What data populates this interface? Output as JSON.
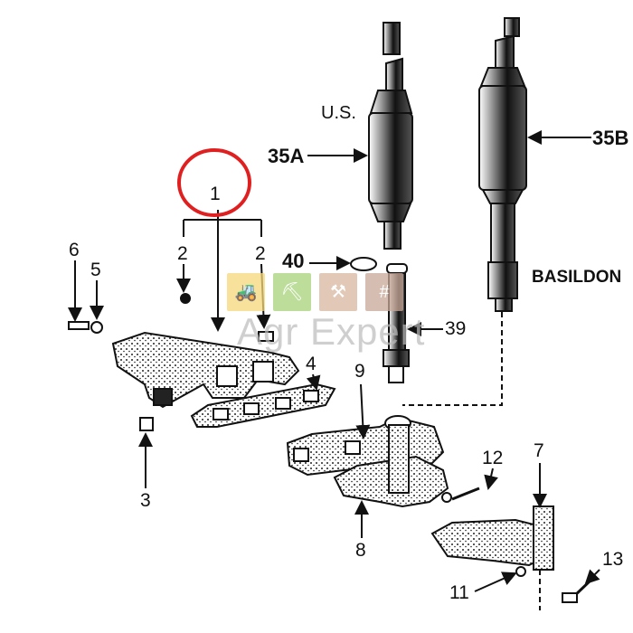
{
  "diagram": {
    "callouts": {
      "c1": "1",
      "c2a": "2",
      "c2b": "2",
      "c3": "3",
      "c4": "4",
      "c5": "5",
      "c6": "6",
      "c7": "7",
      "c8": "8",
      "c9": "9",
      "c11": "11",
      "c12": "12",
      "c13": "13",
      "c35a": "35A",
      "c35b": "35B",
      "c39": "39",
      "c40": "40"
    },
    "region_us": "U.S.",
    "region_basildon": "BASILDON",
    "highlight_color": "#e02020"
  },
  "watermark": {
    "text": "Agr Expert",
    "icons": [
      "tractor-icon",
      "wheelbarrow-icon",
      "tools-icon",
      "fence-icon"
    ],
    "colors": [
      "#f5d77a",
      "#a8d27a",
      "#d9b8a0",
      "#c9a898"
    ]
  }
}
